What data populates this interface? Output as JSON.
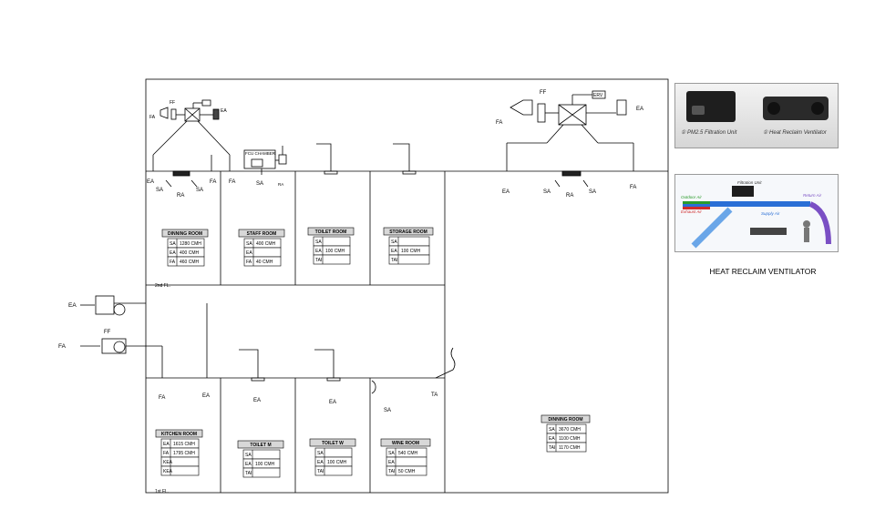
{
  "floors": {
    "second": "2nd FL.",
    "first": "1st FL."
  },
  "equipment": {
    "ff": "FF",
    "erv": "ERV",
    "fcu_chamber": "FCU  CHAMBER"
  },
  "outlet_labels": {
    "sa": "SA",
    "ra": "RA",
    "ea": "EA",
    "fa": "FA",
    "ta": "TA"
  },
  "rooms": [
    {
      "id": "dinning-2f",
      "title": "DINNING ROOM",
      "rows": [
        [
          "SA",
          "1280 CMH"
        ],
        [
          "EA",
          "400 CMH"
        ],
        [
          "FA",
          "460 CMH"
        ]
      ]
    },
    {
      "id": "staff",
      "title": "STAFF ROOM",
      "rows": [
        [
          "SA",
          "400 CMH"
        ],
        [
          "EA",
          ""
        ],
        [
          "FA",
          "40 CMH"
        ]
      ]
    },
    {
      "id": "toilet-2f",
      "title": "TOILET ROOM",
      "rows": [
        [
          "SA",
          ""
        ],
        [
          "EA",
          "100 CMH"
        ],
        [
          "TAI",
          ""
        ]
      ]
    },
    {
      "id": "storage",
      "title": "STORAGE ROOM",
      "rows": [
        [
          "SA",
          ""
        ],
        [
          "EA",
          "100 CMH"
        ],
        [
          "TAI",
          ""
        ]
      ]
    },
    {
      "id": "kitchen",
      "title": "KITCHEN ROOM",
      "rows": [
        [
          "EA",
          "1615 CMH"
        ],
        [
          "FA",
          "1795 CMH"
        ],
        [
          "KEA",
          ""
        ],
        [
          "KEA",
          ""
        ]
      ]
    },
    {
      "id": "toilet-m",
      "title": "TOILET M",
      "rows": [
        [
          "SA",
          ""
        ],
        [
          "EA",
          "100 CMH"
        ],
        [
          "TAI",
          ""
        ]
      ]
    },
    {
      "id": "toilet-w",
      "title": "TOILET W",
      "rows": [
        [
          "SA",
          ""
        ],
        [
          "EA",
          "100 CMH"
        ],
        [
          "TAI",
          ""
        ]
      ]
    },
    {
      "id": "wine",
      "title": "WINE ROOM",
      "rows": [
        [
          "SA",
          "540 CMH"
        ],
        [
          "EA",
          ""
        ],
        [
          "TAI",
          "50 CMH"
        ]
      ]
    },
    {
      "id": "dinning-1f",
      "title": "DINNING ROOM",
      "rows": [
        [
          "SA",
          "3670 CMH"
        ],
        [
          "EA",
          "1100 CMH"
        ],
        [
          "TAI",
          "1170 CMH"
        ]
      ]
    }
  ],
  "photos": {
    "caption_left": "① PM2.5 Filtration Unit",
    "caption_right": "① Heat Reclaim Ventilator",
    "filtration_unit": "Filtration Unit",
    "outdoor_air": "Outdoor Air",
    "exhaust_air": "Exhaust Air",
    "return_air": "Return Air",
    "supply_air": "Supply Air"
  },
  "hrv_caption": "HEAT RECLAIM VENTILATOR",
  "colors": {
    "line": "#000000",
    "header_fill": "#d8d8d8",
    "device_dark": "#1e1e1e",
    "air_blue": "#2a6fd6",
    "air_green": "#2c9c2c",
    "air_red": "#d02b2b",
    "air_purple": "#7a4fc4"
  }
}
